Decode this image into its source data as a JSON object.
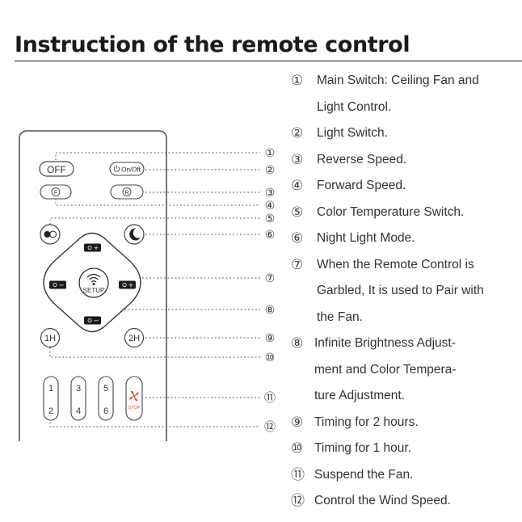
{
  "title": "Instruction of the remote control",
  "remote": {
    "buttons": {
      "off": "OFF",
      "on_off": "On/Off",
      "reverse": "F",
      "forward": "R",
      "plus_top": "+",
      "plus_right": "+",
      "minus_left": "−",
      "minus_bottom": "−",
      "setup": "SETUP",
      "timer_1h": "1H",
      "timer_2h": "2H",
      "speeds": [
        "1",
        "2",
        "3",
        "4",
        "5",
        "6"
      ],
      "stop": "STOP"
    },
    "callouts": [
      "①",
      "②",
      "③",
      "④",
      "⑤",
      "⑥",
      "⑦",
      "⑧",
      "⑨",
      "⑩",
      "⑪",
      "⑫"
    ]
  },
  "items": [
    {
      "num": "①",
      "lines": [
        "Main Switch: Ceiling Fan and",
        "Light Control."
      ]
    },
    {
      "num": "②",
      "lines": [
        "Light Switch."
      ]
    },
    {
      "num": "③",
      "lines": [
        "Reverse Speed."
      ]
    },
    {
      "num": "④",
      "lines": [
        "Forward Speed."
      ]
    },
    {
      "num": "⑤",
      "lines": [
        "Color Temperature Switch."
      ]
    },
    {
      "num": "⑥",
      "lines": [
        "Night Light Mode."
      ]
    },
    {
      "num": "⑦",
      "lines": [
        "When the Remote Control is",
        "Garbled, It is used to Pair with",
        "the Fan."
      ]
    },
    {
      "num": "⑧",
      "lines": [
        "Infinite Brightness Adjust-",
        "ment and Color Tempera-",
        "ture Adjustment."
      ]
    },
    {
      "num": "⑨",
      "lines": [
        "Timing for 2 hours."
      ]
    },
    {
      "num": "⑩",
      "lines": [
        "Timing for 1 hour."
      ]
    },
    {
      "num": "⑪",
      "lines": [
        "Suspend the Fan."
      ]
    },
    {
      "num": "⑫",
      "lines": [
        "Control the Wind Speed."
      ]
    }
  ],
  "colors": {
    "stop_accent": "#e0442c",
    "ink": "#333333"
  }
}
